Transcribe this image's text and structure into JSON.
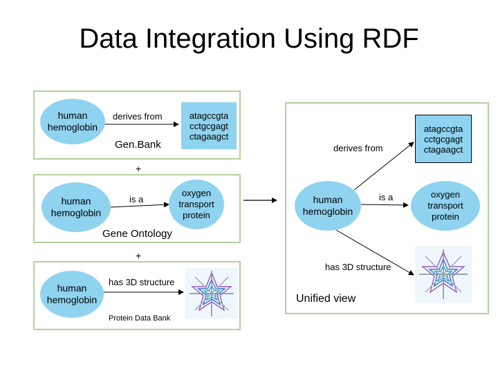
{
  "title": "Data Integration Using RDF",
  "genbank": {
    "subject": "human\nhemoglobin",
    "predicate": "derives from",
    "object": "atagccgta\ncctgcgagt\nctagaagct",
    "source": "Gen.Bank"
  },
  "plus": [
    "+",
    "+"
  ],
  "go": {
    "subject": "human\nhemoglobin",
    "predicate": "is a",
    "object": "oxygen\ntransport\nprotein",
    "source": "Gene Ontology"
  },
  "pdb": {
    "subject": "human\nhemoglobin",
    "predicate": "has 3D structure",
    "source": "Protein Data Bank"
  },
  "unified": {
    "subject": "human\nhemoglobin",
    "predicate_derives": "derives from",
    "predicate_isa": "is a",
    "predicate_structure": "has 3D structure",
    "sequence": "atagccgta\ncctgcgagt\nctagaagct",
    "go_term": "oxygen\ntransport\nprotein",
    "caption": "Unified view"
  }
}
